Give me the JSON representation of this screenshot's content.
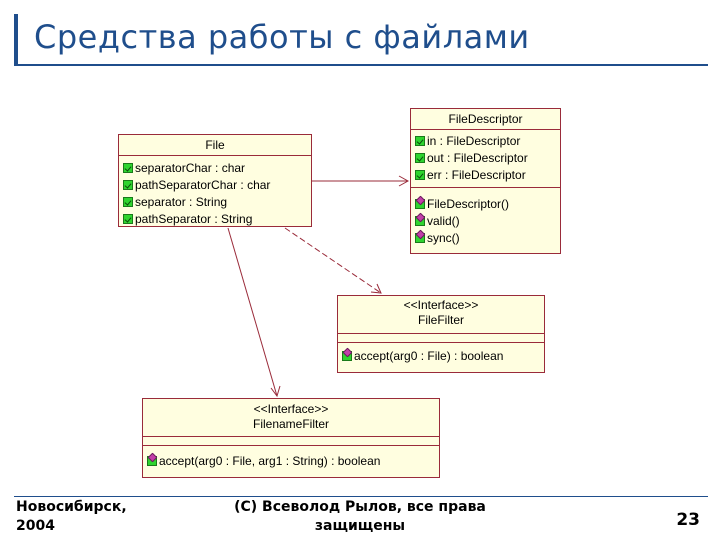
{
  "slide": {
    "title": "Средства работы с файлами",
    "footer_left": "Новосибирск, 2004",
    "footer_center": "(C) Всеволод Рылов, все права защищены",
    "page_number": "23"
  },
  "colors": {
    "accent": "#1f4e8c",
    "box_fill": "#fffee0",
    "box_border": "#9a2b3a"
  },
  "classes": {
    "file": {
      "name": "File",
      "attributes": [
        "separatorChar : char",
        "pathSeparatorChar : char",
        "separator : String",
        "pathSeparator : String"
      ]
    },
    "file_descriptor": {
      "name": "FileDescriptor",
      "attributes": [
        "in : FileDescriptor",
        "out : FileDescriptor",
        "err : FileDescriptor"
      ],
      "operations": [
        "FileDescriptor()",
        "valid()",
        "sync()"
      ]
    },
    "file_filter": {
      "stereotype": "<<Interface>>",
      "name": "FileFilter",
      "operations": [
        "accept(arg0 : File) : boolean"
      ]
    },
    "filename_filter": {
      "stereotype": "<<Interface>>",
      "name": "FilenameFilter",
      "operations": [
        "accept(arg0 : File, arg1 : String) : boolean"
      ]
    }
  }
}
